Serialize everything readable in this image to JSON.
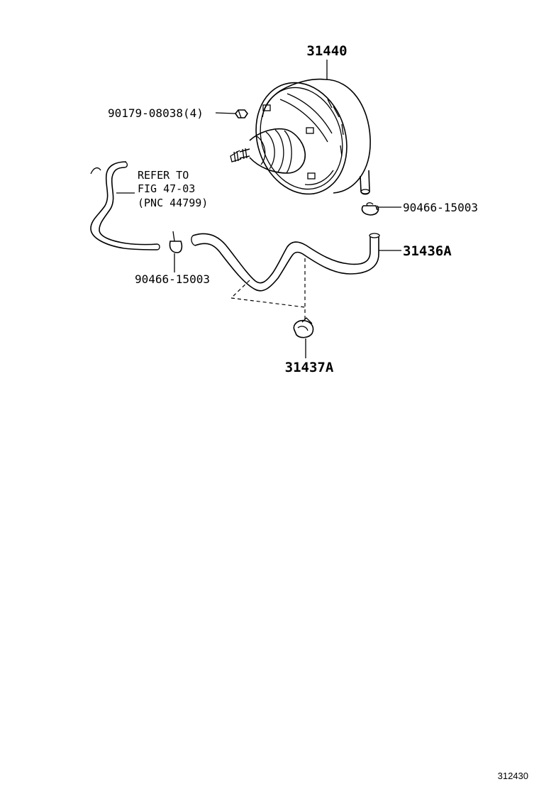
{
  "parts": {
    "booster": {
      "number": "31440"
    },
    "nut": {
      "number": "90179-08038(4)"
    },
    "refer": {
      "line1": "REFER TO",
      "line2": "FIG 47-03",
      "line3": "(PNC 44799)"
    },
    "clamp_right": {
      "number": "90466-15003"
    },
    "hose": {
      "number": "31436A"
    },
    "clamp_left": {
      "number": "90466-15003"
    },
    "check_valve": {
      "number": "31437A"
    }
  },
  "figure_id": "312430"
}
